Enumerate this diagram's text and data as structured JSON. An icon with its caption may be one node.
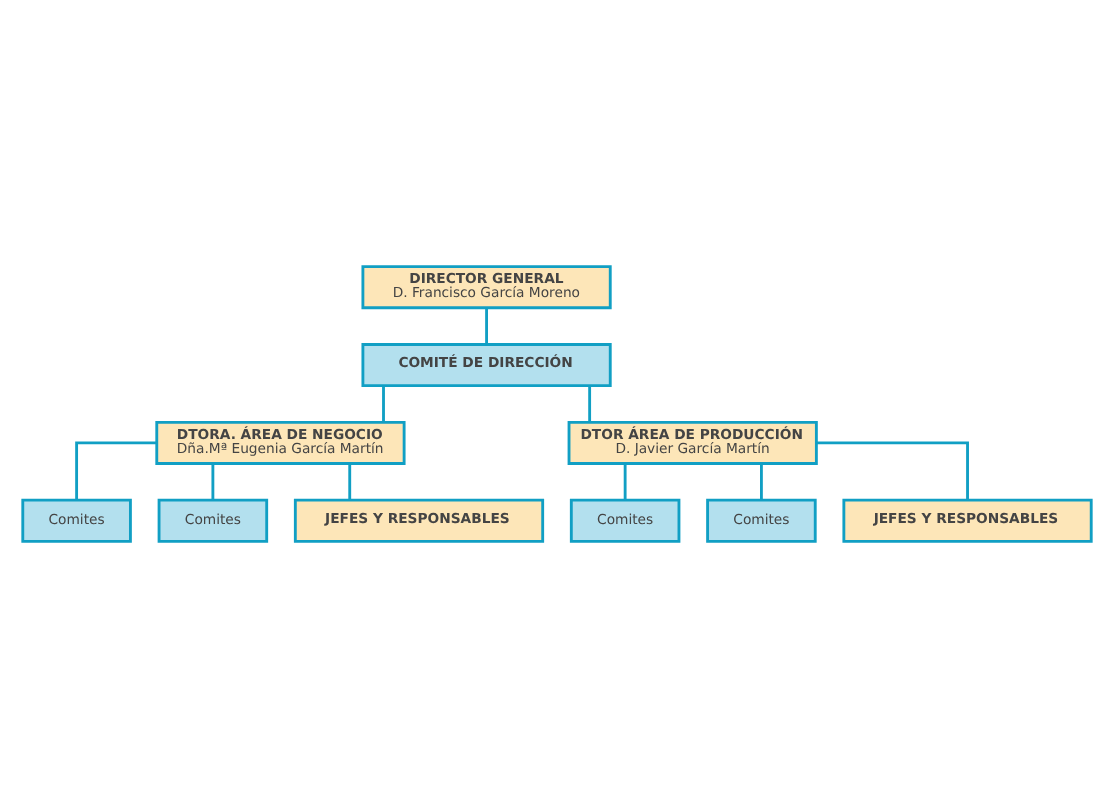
{
  "diagram": {
    "nodes": [
      {
        "text": [
          "DIRECTOR GENERAL",
          "D. Francisco García Moreno"
        ]
      },
      {
        "text": [
          "COMITÉ DE DIRECCIÓN"
        ]
      },
      {
        "text": [
          "DTORA. ÁREA DE NEGOCIO",
          "Dña.Mª Eugenia García Martín"
        ]
      },
      {
        "text": [
          "DTOR ÁREA DE PRODUCCIÓN",
          "D. Javier García Martín"
        ]
      },
      {
        "text": [
          "Comites"
        ]
      },
      {
        "text": [
          "Comites"
        ]
      },
      {
        "text": [
          "JEFES Y RESPONSABLES"
        ]
      },
      {
        "text": [
          "Comites"
        ]
      },
      {
        "text": [
          "Comites"
        ]
      },
      {
        "text": [
          "JEFES Y RESPONSABLES"
        ]
      }
    ],
    "edges": [
      {
        "from": 0,
        "to": 1,
        "arrow": "none"
      },
      {
        "from": 1,
        "to": 2,
        "arrow": "none"
      },
      {
        "from": 1,
        "to": 3,
        "arrow": "none"
      },
      {
        "from": 2,
        "to": 4,
        "arrow": "none"
      },
      {
        "from": 2,
        "to": 5,
        "arrow": "none"
      },
      {
        "from": 2,
        "to": 6,
        "arrow": "none"
      },
      {
        "from": 3,
        "to": 7,
        "arrow": "none"
      },
      {
        "from": 3,
        "to": 8,
        "arrow": "none"
      },
      {
        "from": 3,
        "to": 9,
        "arrow": "none"
      }
    ]
  }
}
